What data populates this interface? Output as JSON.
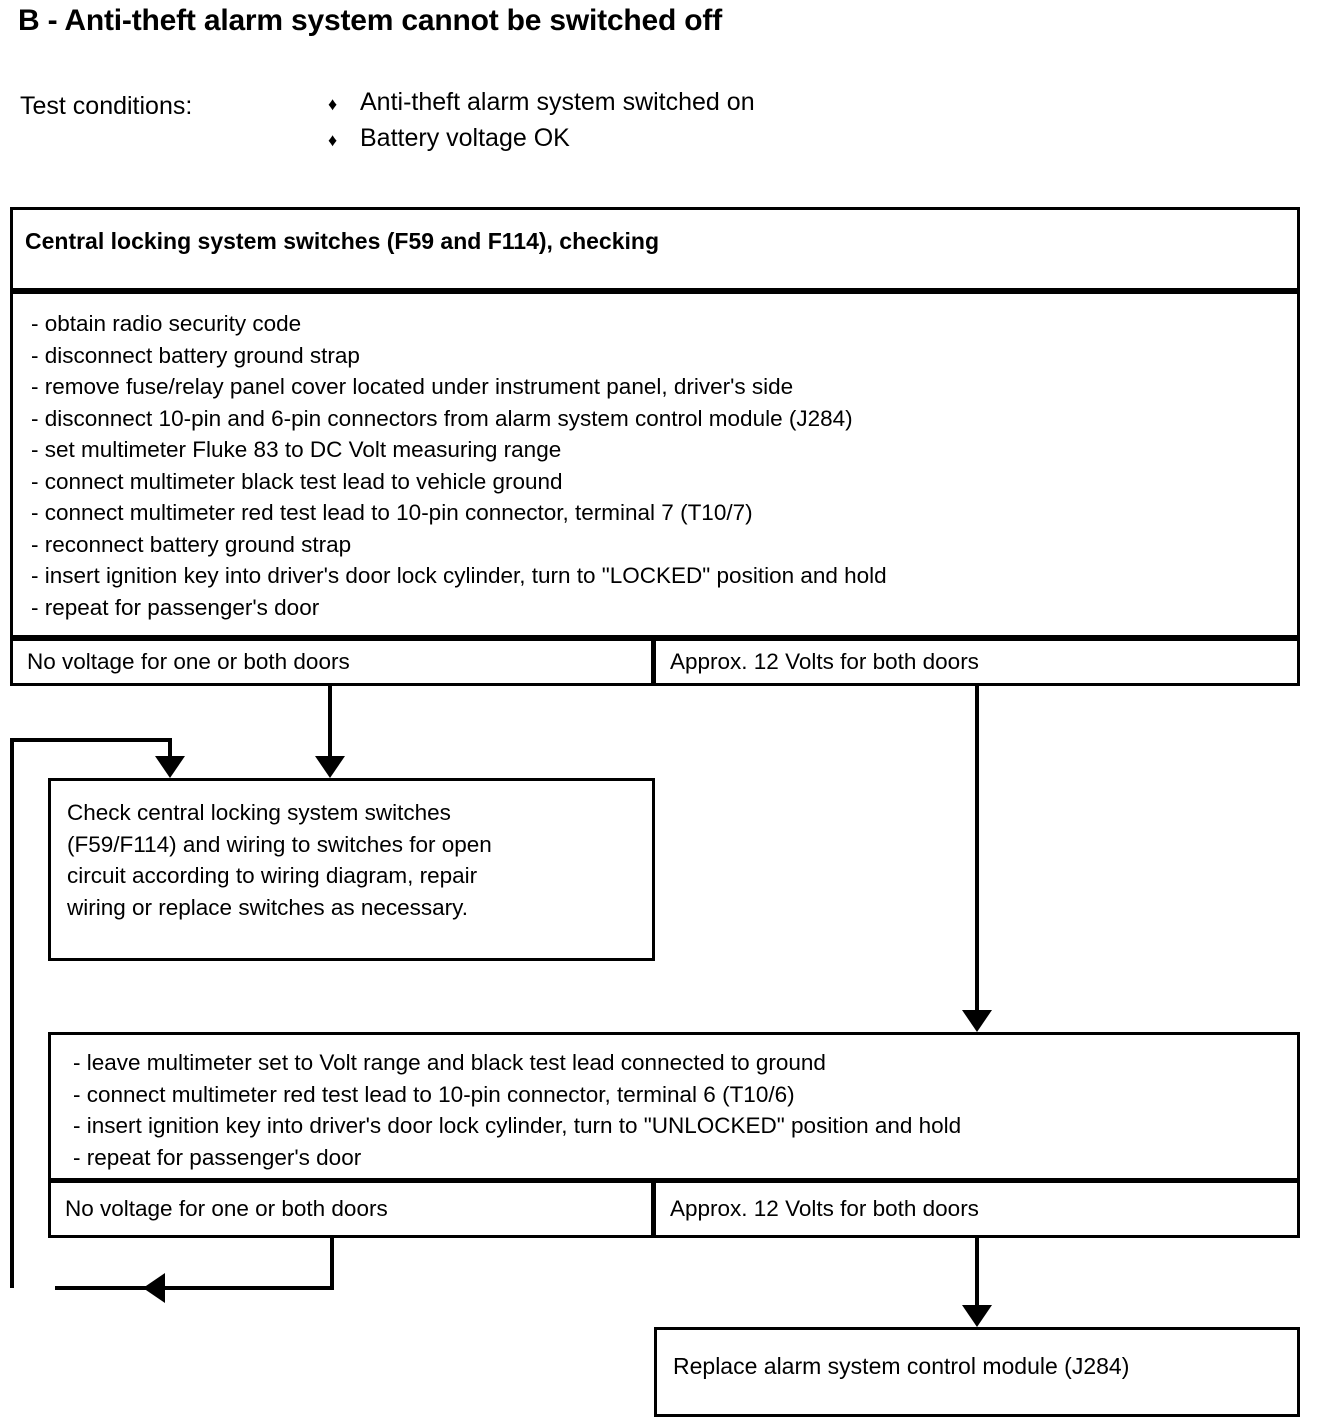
{
  "title": "B - Anti-theft alarm system cannot be switched off",
  "test_conditions": {
    "label": "Test conditions:",
    "bullet_glyph": "♦",
    "items": [
      "Anti-theft alarm system switched on",
      "Battery voltage OK"
    ]
  },
  "flow": {
    "header_box": "Central locking system switches (F59 and F114), checking",
    "procedure_1": [
      "- obtain radio security code",
      "- disconnect battery ground strap",
      "- remove fuse/relay panel cover located under instrument panel, driver's side",
      "- disconnect 10-pin and 6-pin connectors from alarm system control module (J284)",
      "- set multimeter Fluke 83 to DC Volt measuring range",
      "- connect multimeter black test lead to vehicle ground",
      "- connect multimeter red test lead to 10-pin connector, terminal 7 (T10/7)",
      "- reconnect battery ground strap",
      "- insert ignition key into driver's door lock cylinder, turn to \"LOCKED\" position and hold",
      "- repeat for passenger's door"
    ],
    "outcome_1": {
      "left": "No voltage for one or both doors",
      "right": "Approx. 12 Volts for both doors"
    },
    "check_switches_box": "Check central locking system switches\n(F59/F114) and wiring to switches for open\ncircuit according to wiring diagram, repair\nwiring or replace switches as necessary.",
    "procedure_2": [
      "- leave multimeter set to Volt range and black test lead connected to ground",
      "- connect multimeter red test lead to 10-pin connector, terminal 6 (T10/6)",
      "- insert ignition key into driver's door lock cylinder, turn to \"UNLOCKED\" position and hold",
      "- repeat for passenger's door"
    ],
    "outcome_2": {
      "left": "No voltage for one or both doors",
      "right": "Approx. 12 Volts for both doors"
    },
    "final_box": "Replace alarm system control module (J284)"
  },
  "colors": {
    "ink": "#000000",
    "paper": "#ffffff"
  }
}
